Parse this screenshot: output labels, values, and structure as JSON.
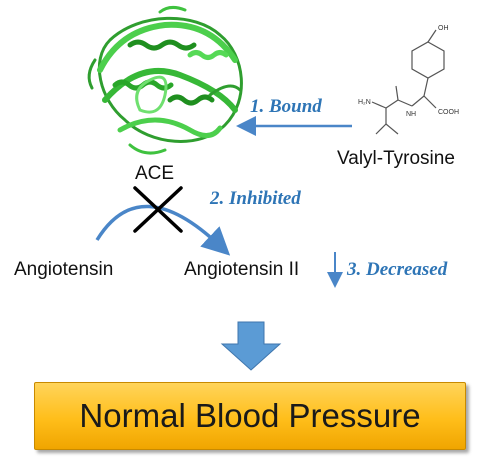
{
  "labels": {
    "molecule": "Valyl-Tyrosine",
    "enzyme": "ACE",
    "substrate": "Angiotensin",
    "product": "Angiotensin II"
  },
  "steps": {
    "bound": "1. Bound",
    "inhibited": "2. Inhibited",
    "decreased": "3. Decreased"
  },
  "molecule_atoms": {
    "oh": "OH",
    "nh2": "H₂N",
    "nh": "NH",
    "cooh": "COOH"
  },
  "result": "Normal Blood Pressure",
  "colors": {
    "arrow_blue": "#4a86c8",
    "step_text": "#2e75b6",
    "protein_green": "#3fc23f",
    "box_gold": "#ffc000"
  }
}
